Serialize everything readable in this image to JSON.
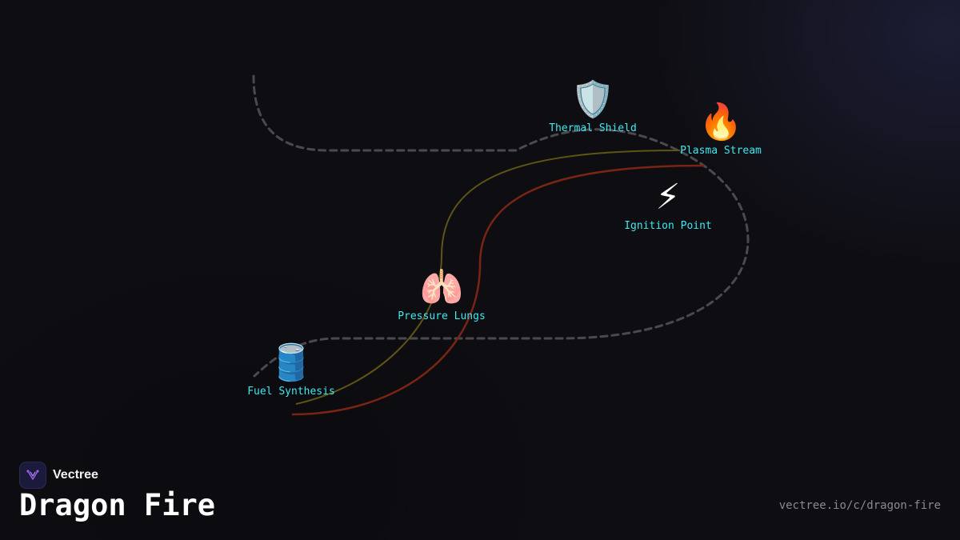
{
  "brand": {
    "name": "Vectree",
    "logo_icon": "vectree-tree-icon",
    "logo_color": "#9b5cf0"
  },
  "title": "Dragon Fire",
  "url": "vectree.io/c/dragon-fire",
  "colors": {
    "background": "#0e0e12",
    "label": "#3ee8ef",
    "dashed_path": "#4a4a4e",
    "olive_connection": "#5e5416",
    "red_connection": "#7a2414"
  },
  "nodes": [
    {
      "id": "thermal-shield",
      "label": "Thermal Shield",
      "icon": "shield-icon",
      "emoji": "🛡️"
    },
    {
      "id": "plasma-stream",
      "label": "Plasma Stream",
      "icon": "fire-icon",
      "emoji": "🔥"
    },
    {
      "id": "ignition-point",
      "label": "Ignition Point",
      "icon": "lightning-icon",
      "emoji": "⚡"
    },
    {
      "id": "pressure-lungs",
      "label": "Pressure Lungs",
      "icon": "lungs-icon",
      "emoji": "🫁"
    },
    {
      "id": "fuel-synthesis",
      "label": "Fuel Synthesis",
      "icon": "oil-drum-icon",
      "emoji": "🛢️"
    }
  ],
  "connections": [
    {
      "from": "fuel-synthesis",
      "to": "plasma-stream",
      "style": "olive"
    },
    {
      "from": "fuel-synthesis",
      "to": "plasma-stream",
      "style": "red"
    }
  ]
}
